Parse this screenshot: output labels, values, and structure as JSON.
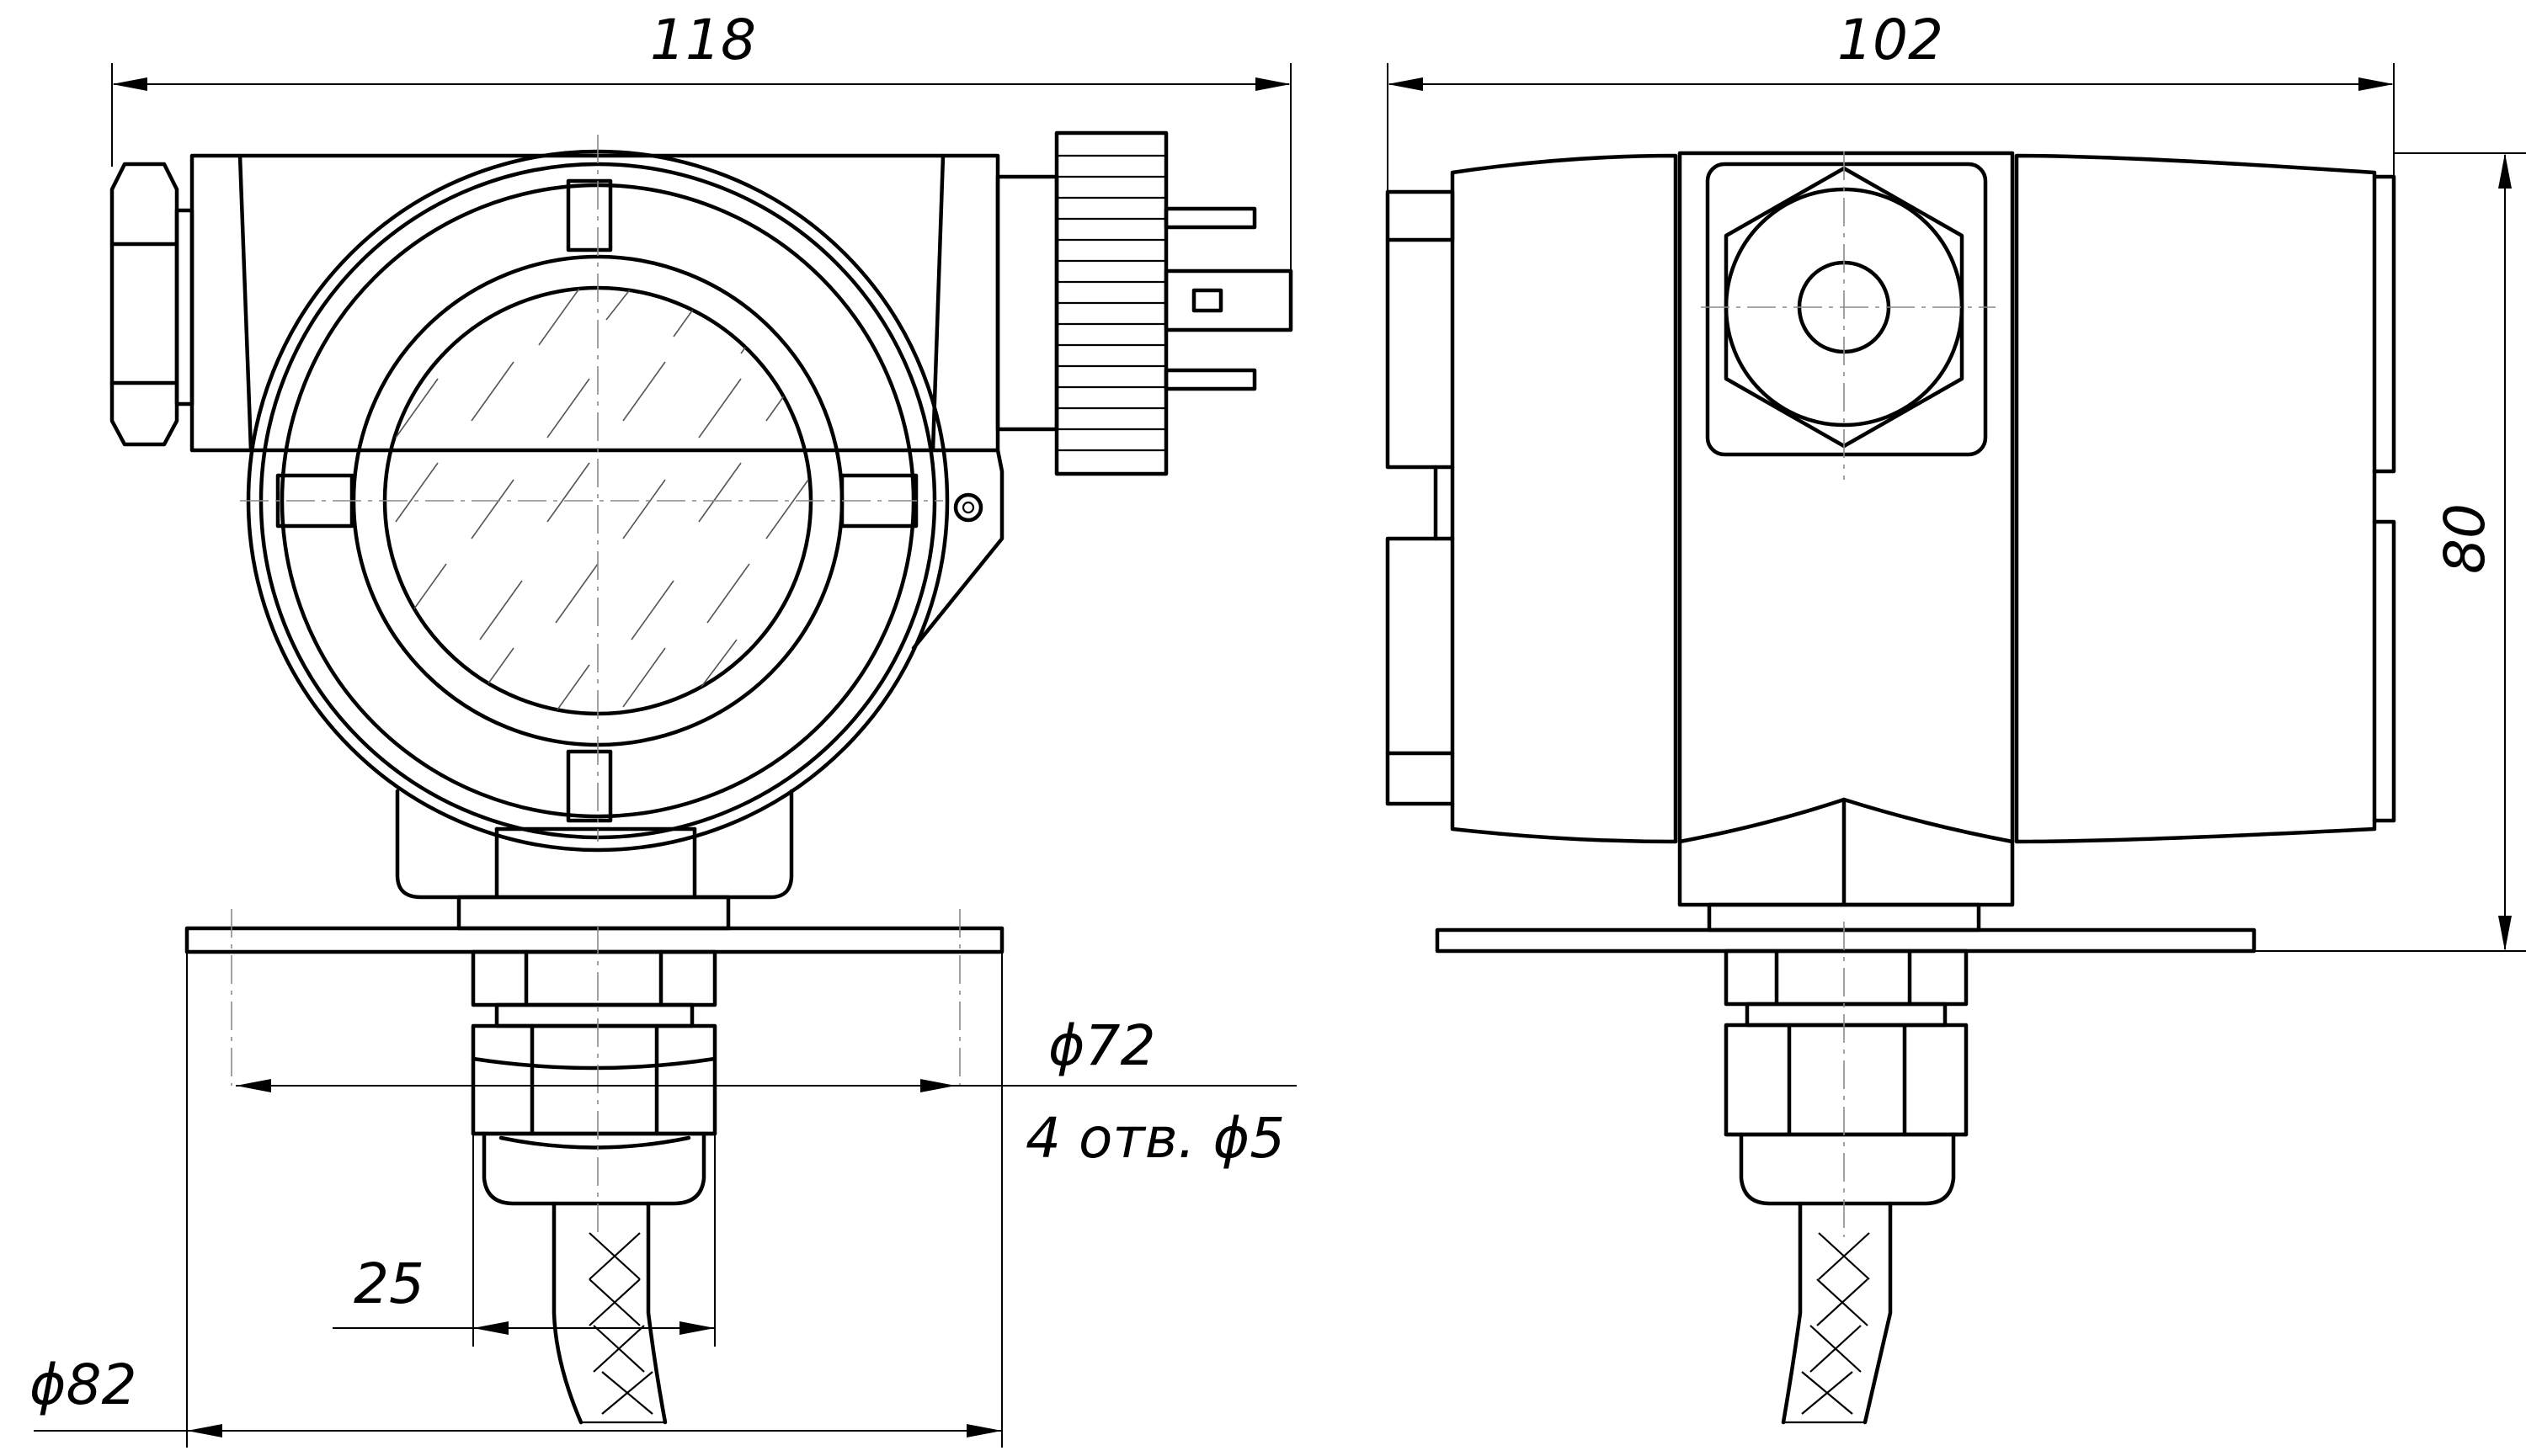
{
  "dimensions": {
    "front_width": "118",
    "side_width": "102",
    "height": "80",
    "bolt_circle": "ϕ72",
    "holes": "4 отв. ϕ5",
    "gland_width": "25",
    "flange_diameter": "ϕ82"
  }
}
